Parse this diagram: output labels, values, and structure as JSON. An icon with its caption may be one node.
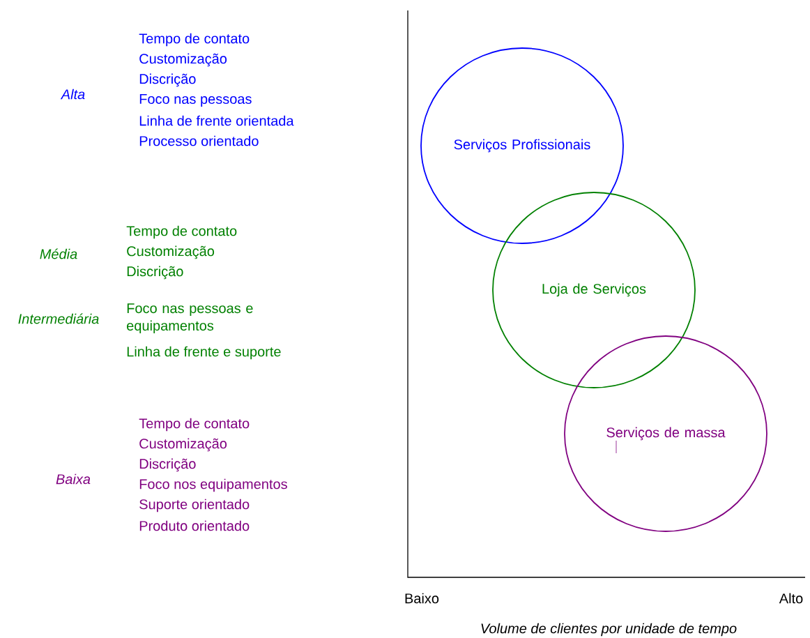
{
  "diagram": {
    "nodes": [
      {
        "text": [
          "Serviços Profissionais"
        ]
      },
      {
        "text": [
          "Loja de Serviços"
        ]
      },
      {
        "text": [
          "Serviços de massa"
        ]
      }
    ],
    "labels": [
      "Alta",
      "Tempo de contato",
      "Customização",
      "Discrição",
      "Foco nas pessoas",
      "Linha de frente orientada",
      "Processo orientado",
      "Média",
      "Tempo de contato",
      "Customização",
      "Discrição",
      "Intermediária",
      "Foco nas pessoas e equipamentos",
      "Linha de frente e suporte",
      "Baixa",
      "Tempo de contato",
      "Customização",
      "Discrição",
      "Foco nos equipamentos",
      "Suporte orientado",
      "Produto orientado",
      "Baixo",
      "Alto",
      "Volume de clientes por unidade de tempo"
    ]
  }
}
